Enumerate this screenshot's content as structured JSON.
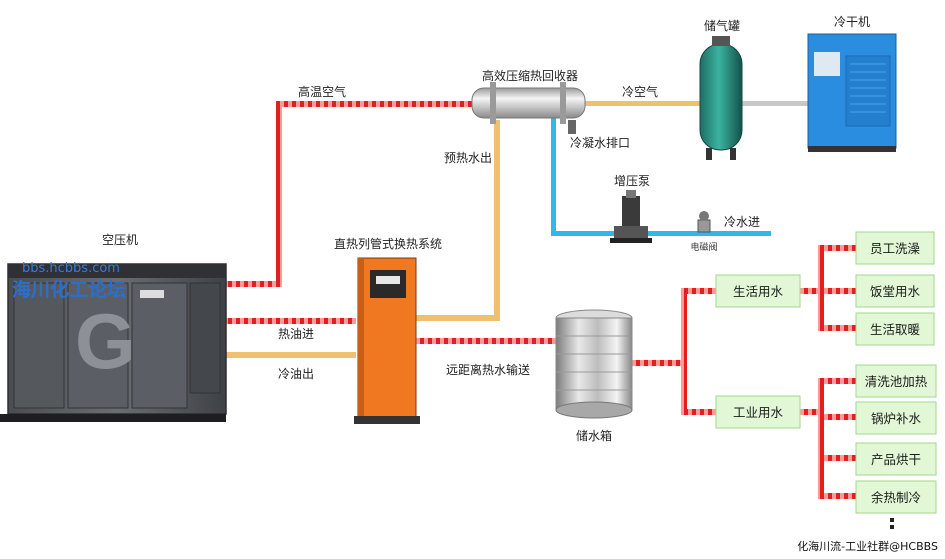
{
  "labels": {
    "air_compressor": "空压机",
    "high_temp_air": "高温空气",
    "heat_recovery": "高效压缩热回收器",
    "cold_air": "冷空气",
    "air_tank": "储气罐",
    "dryer": "冷干机",
    "preheat_water_out": "预热水出",
    "condensate_drain": "冷凝水排口",
    "booster_pump": "增压泵",
    "cold_water_in": "冷水进",
    "solenoid_valve": "电磁阀",
    "exchanger_system": "直热列管式换热系统",
    "hot_oil_in": "热油进",
    "cold_oil_out": "冷油出",
    "long_distance_transfer": "远距离热水输送",
    "water_tank": "储水箱",
    "domestic_water": "生活用水",
    "industrial_water": "工业用水"
  },
  "domestic_uses": [
    "员工洗澡",
    "饭堂用水",
    "生活取暖"
  ],
  "industrial_uses": [
    "清洗池加热",
    "锅炉补水",
    "产品烘干",
    "余热制冷"
  ],
  "watermark": {
    "url": "bbs.hcbbs.com",
    "name": "海川化工论坛"
  },
  "credit": "化海川流-工业社群@HCBBS",
  "colors": {
    "hot_pipe": "#e02020",
    "cold_pipe": "#f0c070",
    "water_pipe": "#30b8e8",
    "box_fill": "#e2f7d6",
    "box_border": "#9fd88a"
  }
}
